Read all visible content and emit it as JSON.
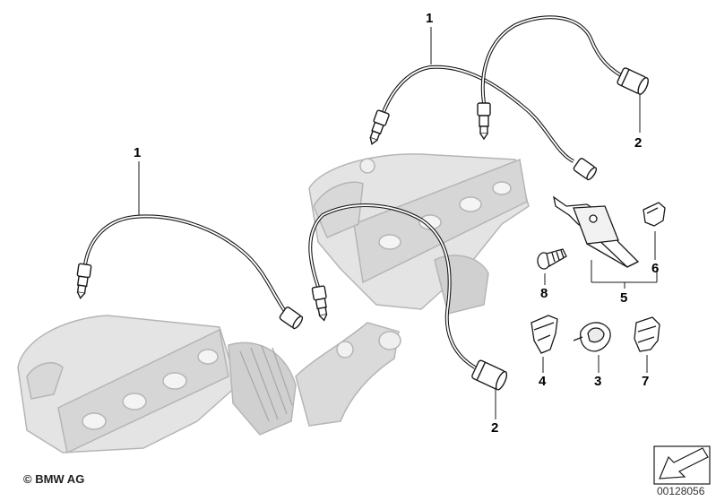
{
  "callouts": {
    "c1a": "1",
    "c1b": "1",
    "c2a": "2",
    "c2b": "2",
    "c3": "3",
    "c4": "4",
    "c5": "5",
    "c6": "6",
    "c7": "7",
    "c8": "8"
  },
  "footer": {
    "copyright": "© BMW AG",
    "doc_number": "00128056"
  },
  "colors": {
    "line": "#1a1a1a",
    "shade": "#bdbdbd",
    "light": "#e2e2e2"
  }
}
